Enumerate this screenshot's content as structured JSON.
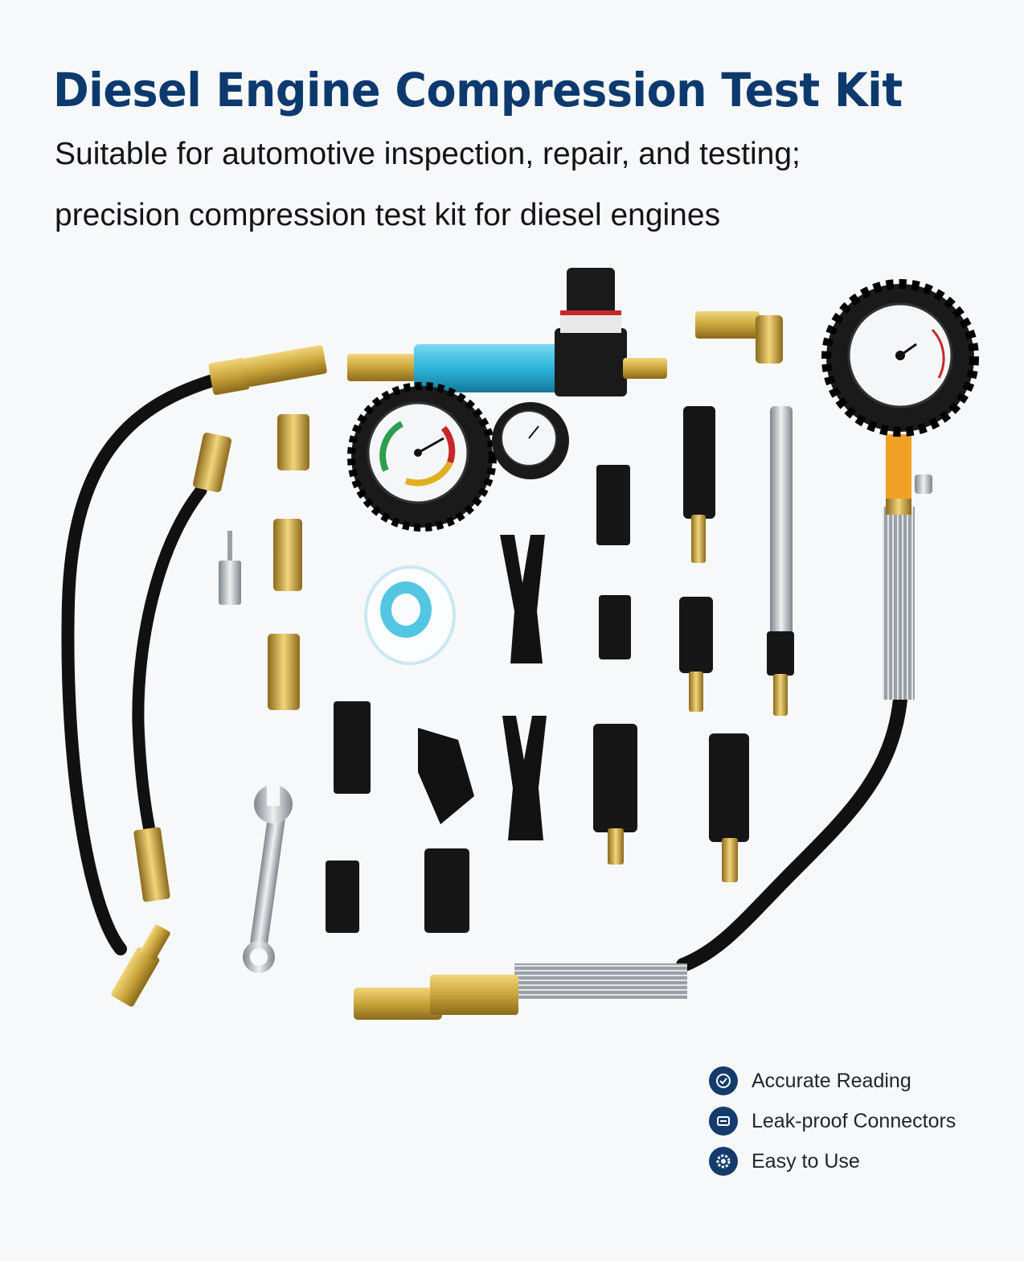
{
  "header": {
    "title": "Diesel Engine Compression Test Kit",
    "subtitle_line1": "Suitable for automotive inspection, repair, and testing;",
    "subtitle_line2": "precision compression test kit for diesel engines"
  },
  "features": [
    {
      "label": "Accurate Reading",
      "icon": "check-badge-icon"
    },
    {
      "label": "Leak-proof Connectors",
      "icon": "connector-icon"
    },
    {
      "label": "Easy to Use",
      "icon": "gear-icon"
    }
  ],
  "colors": {
    "title": "#0d3a6e",
    "icon_bg": "#143c6b",
    "hose": "#111111",
    "brass": "#c9a43a",
    "steel": "#b9bec4",
    "blue_block": "#2bb3d9",
    "orange": "#f0a023"
  }
}
